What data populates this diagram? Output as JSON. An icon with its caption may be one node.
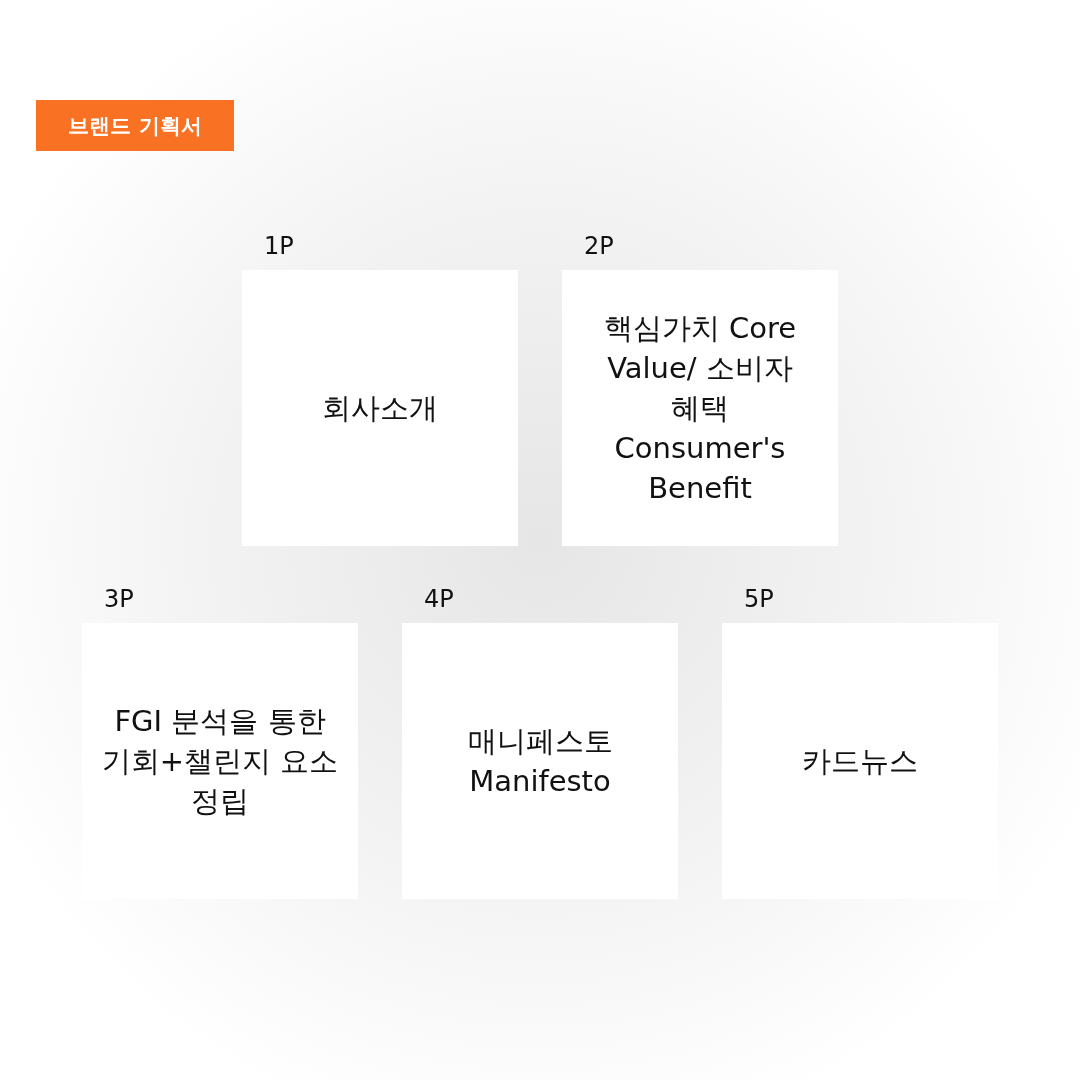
{
  "diagram": {
    "title": "브랜드 기획서",
    "nodes": [
      {
        "text": [
          "1P",
          "회사소개"
        ]
      },
      {
        "text": [
          "2P",
          "핵심가치 Core Value/ 소비자 혜택 Consumer's Benefit"
        ]
      },
      {
        "text": [
          "3P",
          "FGI 분석을 통한 기회+챌린지 요소 정립"
        ]
      },
      {
        "text": [
          "4P",
          "매니페스토 Manifesto"
        ]
      },
      {
        "text": [
          "5P",
          "카드뉴스"
        ]
      }
    ]
  }
}
